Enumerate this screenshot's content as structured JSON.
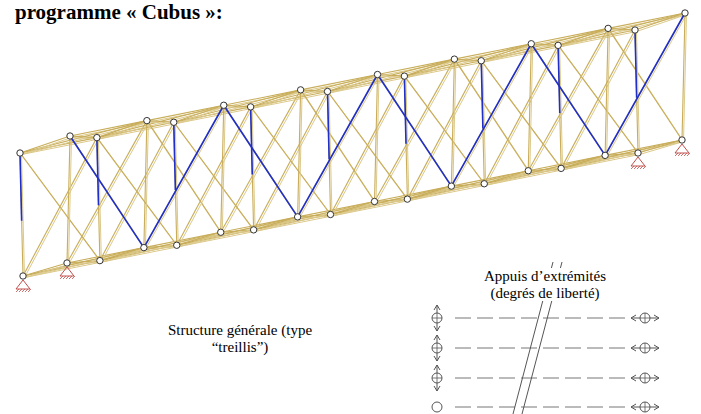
{
  "diagram": {
    "title": "programme « Cubus »:",
    "labels": [
      "Structure générale (type “treillis”)",
      "Appuis d’extrémités (degrés de liberté)"
    ]
  }
}
